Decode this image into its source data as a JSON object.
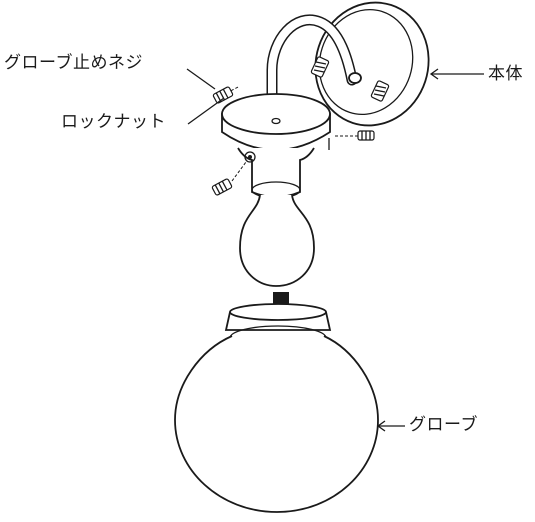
{
  "labels": {
    "globe_screw": "グローブ止めネジ",
    "lock_nut": "ロックナット",
    "body": "本体",
    "globe": "グローブ"
  },
  "colors": {
    "line": "#1a1a1a",
    "background": "#ffffff"
  }
}
